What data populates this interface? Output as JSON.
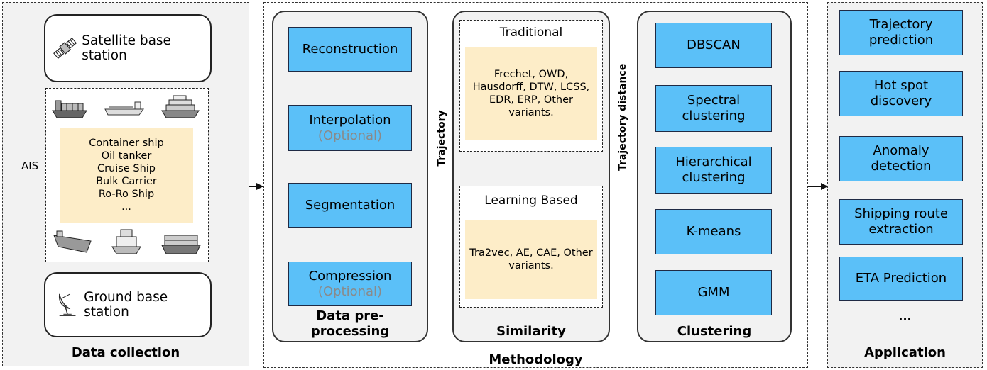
{
  "data_collection": {
    "title": "Data collection",
    "satellite_label": "Satellite base station",
    "ground_label": "Ground base station",
    "ais_label": "AIS",
    "ship_types": [
      "Container ship",
      "Oil tanker",
      "Cruise Ship",
      "Bulk Carrier",
      "Ro-Ro Ship",
      "..."
    ]
  },
  "methodology": {
    "title": "Methodology",
    "preprocessing": {
      "title_line1": "Data pre-",
      "title_line2": "processing",
      "steps": [
        {
          "label": "Reconstruction",
          "note": ""
        },
        {
          "label": "Interpolation",
          "note": "(Optional)"
        },
        {
          "label": "Segmentation",
          "note": ""
        },
        {
          "label": "Compression",
          "note": "(Optional)"
        }
      ]
    },
    "edge_trajectory": "Trajectory",
    "similarity": {
      "title": "Similarity",
      "traditional_heading": "Traditional",
      "traditional_lines": [
        "Frechet, OWD,",
        "Hausdorff, DTW, LCSS,",
        "EDR, ERP, Other",
        "variants."
      ],
      "learning_heading": "Learning Based",
      "learning_lines": [
        "Tra2vec, AE, CAE, Other",
        "variants."
      ]
    },
    "edge_distance": "Trajectory distance",
    "clustering": {
      "title": "Clustering",
      "methods": [
        {
          "line1": "DBSCAN",
          "line2": ""
        },
        {
          "line1": "Spectral",
          "line2": "clustering"
        },
        {
          "line1": "Hierarchical",
          "line2": "clustering"
        },
        {
          "line1": "K-means",
          "line2": ""
        },
        {
          "line1": "GMM",
          "line2": ""
        }
      ]
    }
  },
  "application": {
    "title": "Application",
    "items": [
      {
        "line1": "Trajectory",
        "line2": "prediction"
      },
      {
        "line1": "Hot spot",
        "line2": "discovery"
      },
      {
        "line1": "Anomaly",
        "line2": "detection"
      },
      {
        "line1": "Shipping route",
        "line2": "extraction"
      },
      {
        "line1": "ETA Prediction",
        "line2": ""
      }
    ],
    "ellipsis": "..."
  }
}
